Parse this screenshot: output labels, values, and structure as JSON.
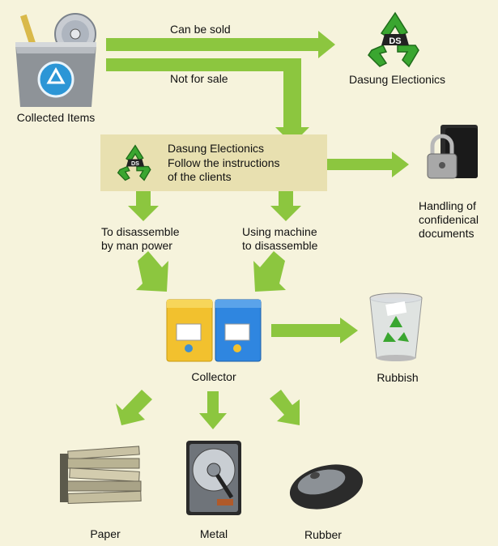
{
  "colors": {
    "background": "#f6f3dc",
    "arrow": "#8cc63f",
    "box": "#e8e0b0"
  },
  "nodes": {
    "collected_items": {
      "label": "Collected Items",
      "icon": "recycle-bin-icon"
    },
    "dasung_top": {
      "label": "Dasung Electionics",
      "icon": "recycle-ds-icon"
    },
    "process_box": {
      "title": "Dasung Electionics",
      "line1": "Follow the instructions",
      "line2": "of the clients",
      "icon": "recycle-ds-icon"
    },
    "confidential": {
      "line1": "Handling of",
      "line2": "confidenical",
      "line3": "documents",
      "icon": "lock-folder-icon"
    },
    "manual": {
      "line1": "To disassemble",
      "line2": "by man power"
    },
    "machine": {
      "line1": "Using machine",
      "line2": "to disassemble"
    },
    "collector": {
      "label": "Collector",
      "icon": "mailbox-icon"
    },
    "rubbish": {
      "label": "Rubbish",
      "icon": "trash-can-icon"
    },
    "paper": {
      "label": "Paper",
      "icon": "paper-stack-icon"
    },
    "metal": {
      "label": "Metal",
      "icon": "hard-drive-icon"
    },
    "rubber": {
      "label": "Rubber",
      "icon": "mouse-icon"
    }
  },
  "edges": {
    "can_be_sold": "Can be sold",
    "not_for_sale": "Not for sale"
  }
}
